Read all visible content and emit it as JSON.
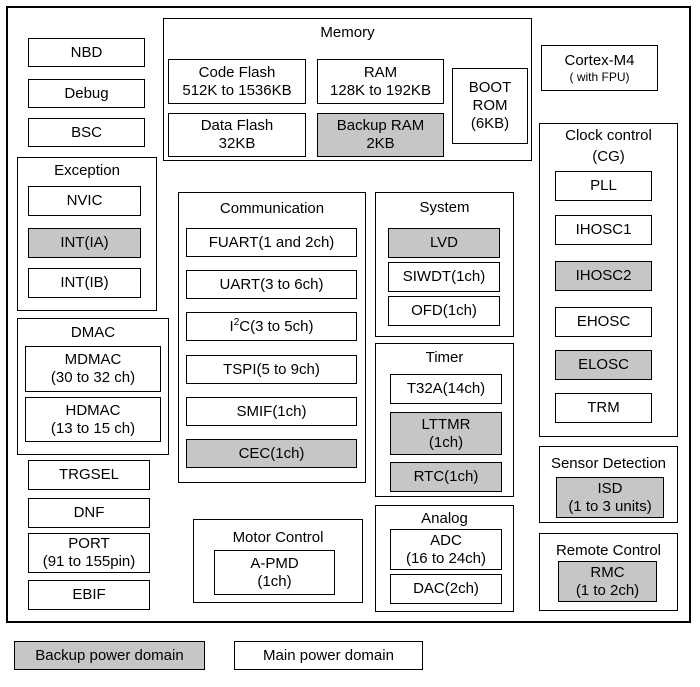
{
  "colors": {
    "backup": "#c6c6c6",
    "main": "#ffffff",
    "line": "#000000"
  },
  "standalone": {
    "nbd": "NBD",
    "debug": "Debug",
    "bsc": "BSC",
    "trgsel": "TRGSEL",
    "dnf": "DNF",
    "port_l1": "PORT",
    "port_l2": "(91 to 155pin)",
    "ebif": "EBIF",
    "cortex_l1": "Cortex-M4",
    "cortex_l2": "( with FPU)"
  },
  "memory": {
    "title": "Memory",
    "code_flash_l1": "Code Flash",
    "code_flash_l2": "512K to 1536KB",
    "ram_l1": "RAM",
    "ram_l2": "128K to 192KB",
    "data_flash_l1": "Data Flash",
    "data_flash_l2": "32KB",
    "backup_ram_l1": "Backup RAM",
    "backup_ram_l2": "2KB",
    "boot_rom_l1": "BOOT",
    "boot_rom_l2": "ROM",
    "boot_rom_l3": "(6KB)"
  },
  "exception": {
    "title": "Exception",
    "nvic": "NVIC",
    "int_ia": "INT(IA)",
    "int_ib": "INT(IB)"
  },
  "dmac": {
    "title": "DMAC",
    "mdmac_l1": "MDMAC",
    "mdmac_l2": "(30 to 32 ch)",
    "hdmac_l1": "HDMAC",
    "hdmac_l2": "(13 to 15 ch)"
  },
  "communication": {
    "title": "Communication",
    "fuart": "FUART(1 and 2ch)",
    "uart": "UART(3 to 6ch)",
    "i2c_pre": "I",
    "i2c_sup": "2",
    "i2c_post": "C(3 to 5ch)",
    "tspi": "TSPI(5 to 9ch)",
    "smif": "SMIF(1ch)",
    "cec": "CEC(1ch)"
  },
  "system": {
    "title": "System",
    "lvd": "LVD",
    "siwdt": "SIWDT(1ch)",
    "ofd": "OFD(1ch)"
  },
  "timer": {
    "title": "Timer",
    "t32a": "T32A(14ch)",
    "lttmr_l1": "LTTMR",
    "lttmr_l2": "(1ch)",
    "rtc": "RTC(1ch)"
  },
  "analog": {
    "title": "Analog",
    "adc_l1": "ADC",
    "adc_l2": "(16 to 24ch)",
    "dac": "DAC(2ch)"
  },
  "motor": {
    "title": "Motor Control",
    "apmd_l1": "A-PMD",
    "apmd_l2": "(1ch)"
  },
  "clock": {
    "title_l1": "Clock control",
    "title_l2": "(CG)",
    "pll": "PLL",
    "ihosc1": "IHOSC1",
    "ihosc2": "IHOSC2",
    "ehosc": "EHOSC",
    "elosc": "ELOSC",
    "trm": "TRM"
  },
  "sensor": {
    "title": "Sensor Detection",
    "isd_l1": "ISD",
    "isd_l2": "(1 to 3 units)"
  },
  "remote": {
    "title": "Remote Control",
    "rmc_l1": "RMC",
    "rmc_l2": "(1 to 2ch)"
  },
  "legend": {
    "backup": "Backup power domain",
    "main": "Main power domain"
  }
}
